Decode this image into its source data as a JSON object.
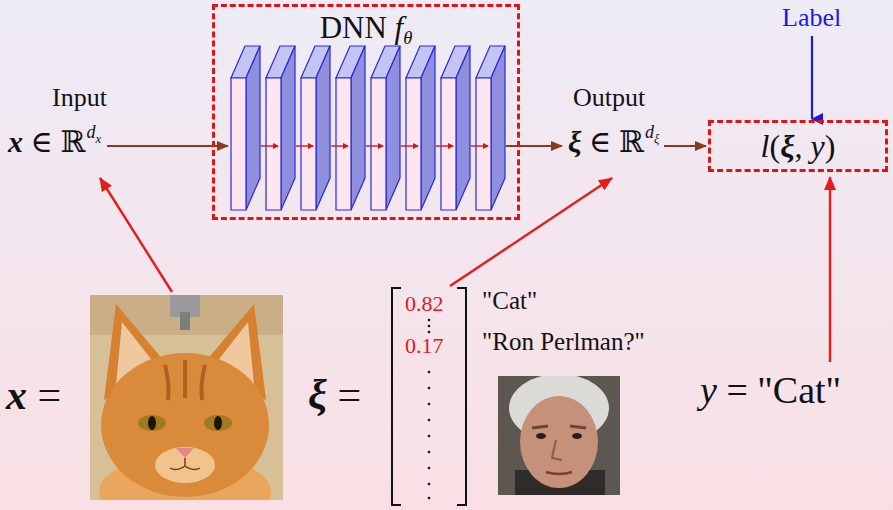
{
  "diagram": {
    "nodes": [
      {
        "text": [
          "DNN",
          "f",
          "θ"
        ]
      },
      {
        "text": [
          "l",
          "(",
          "ξ",
          ",",
          "y",
          ")"
        ]
      }
    ],
    "labels": [
      "Label",
      "Input",
      "x",
      "∈ ℝ",
      "d",
      "x",
      "Output",
      "ξ",
      "∈ ℝ",
      "d",
      "ξ",
      "x",
      "=",
      "ξ",
      "=",
      "0.82",
      "\"Cat\"",
      "0.17",
      "\"Ron Perlman?\"",
      "y",
      "=",
      "\"Cat\""
    ]
  }
}
